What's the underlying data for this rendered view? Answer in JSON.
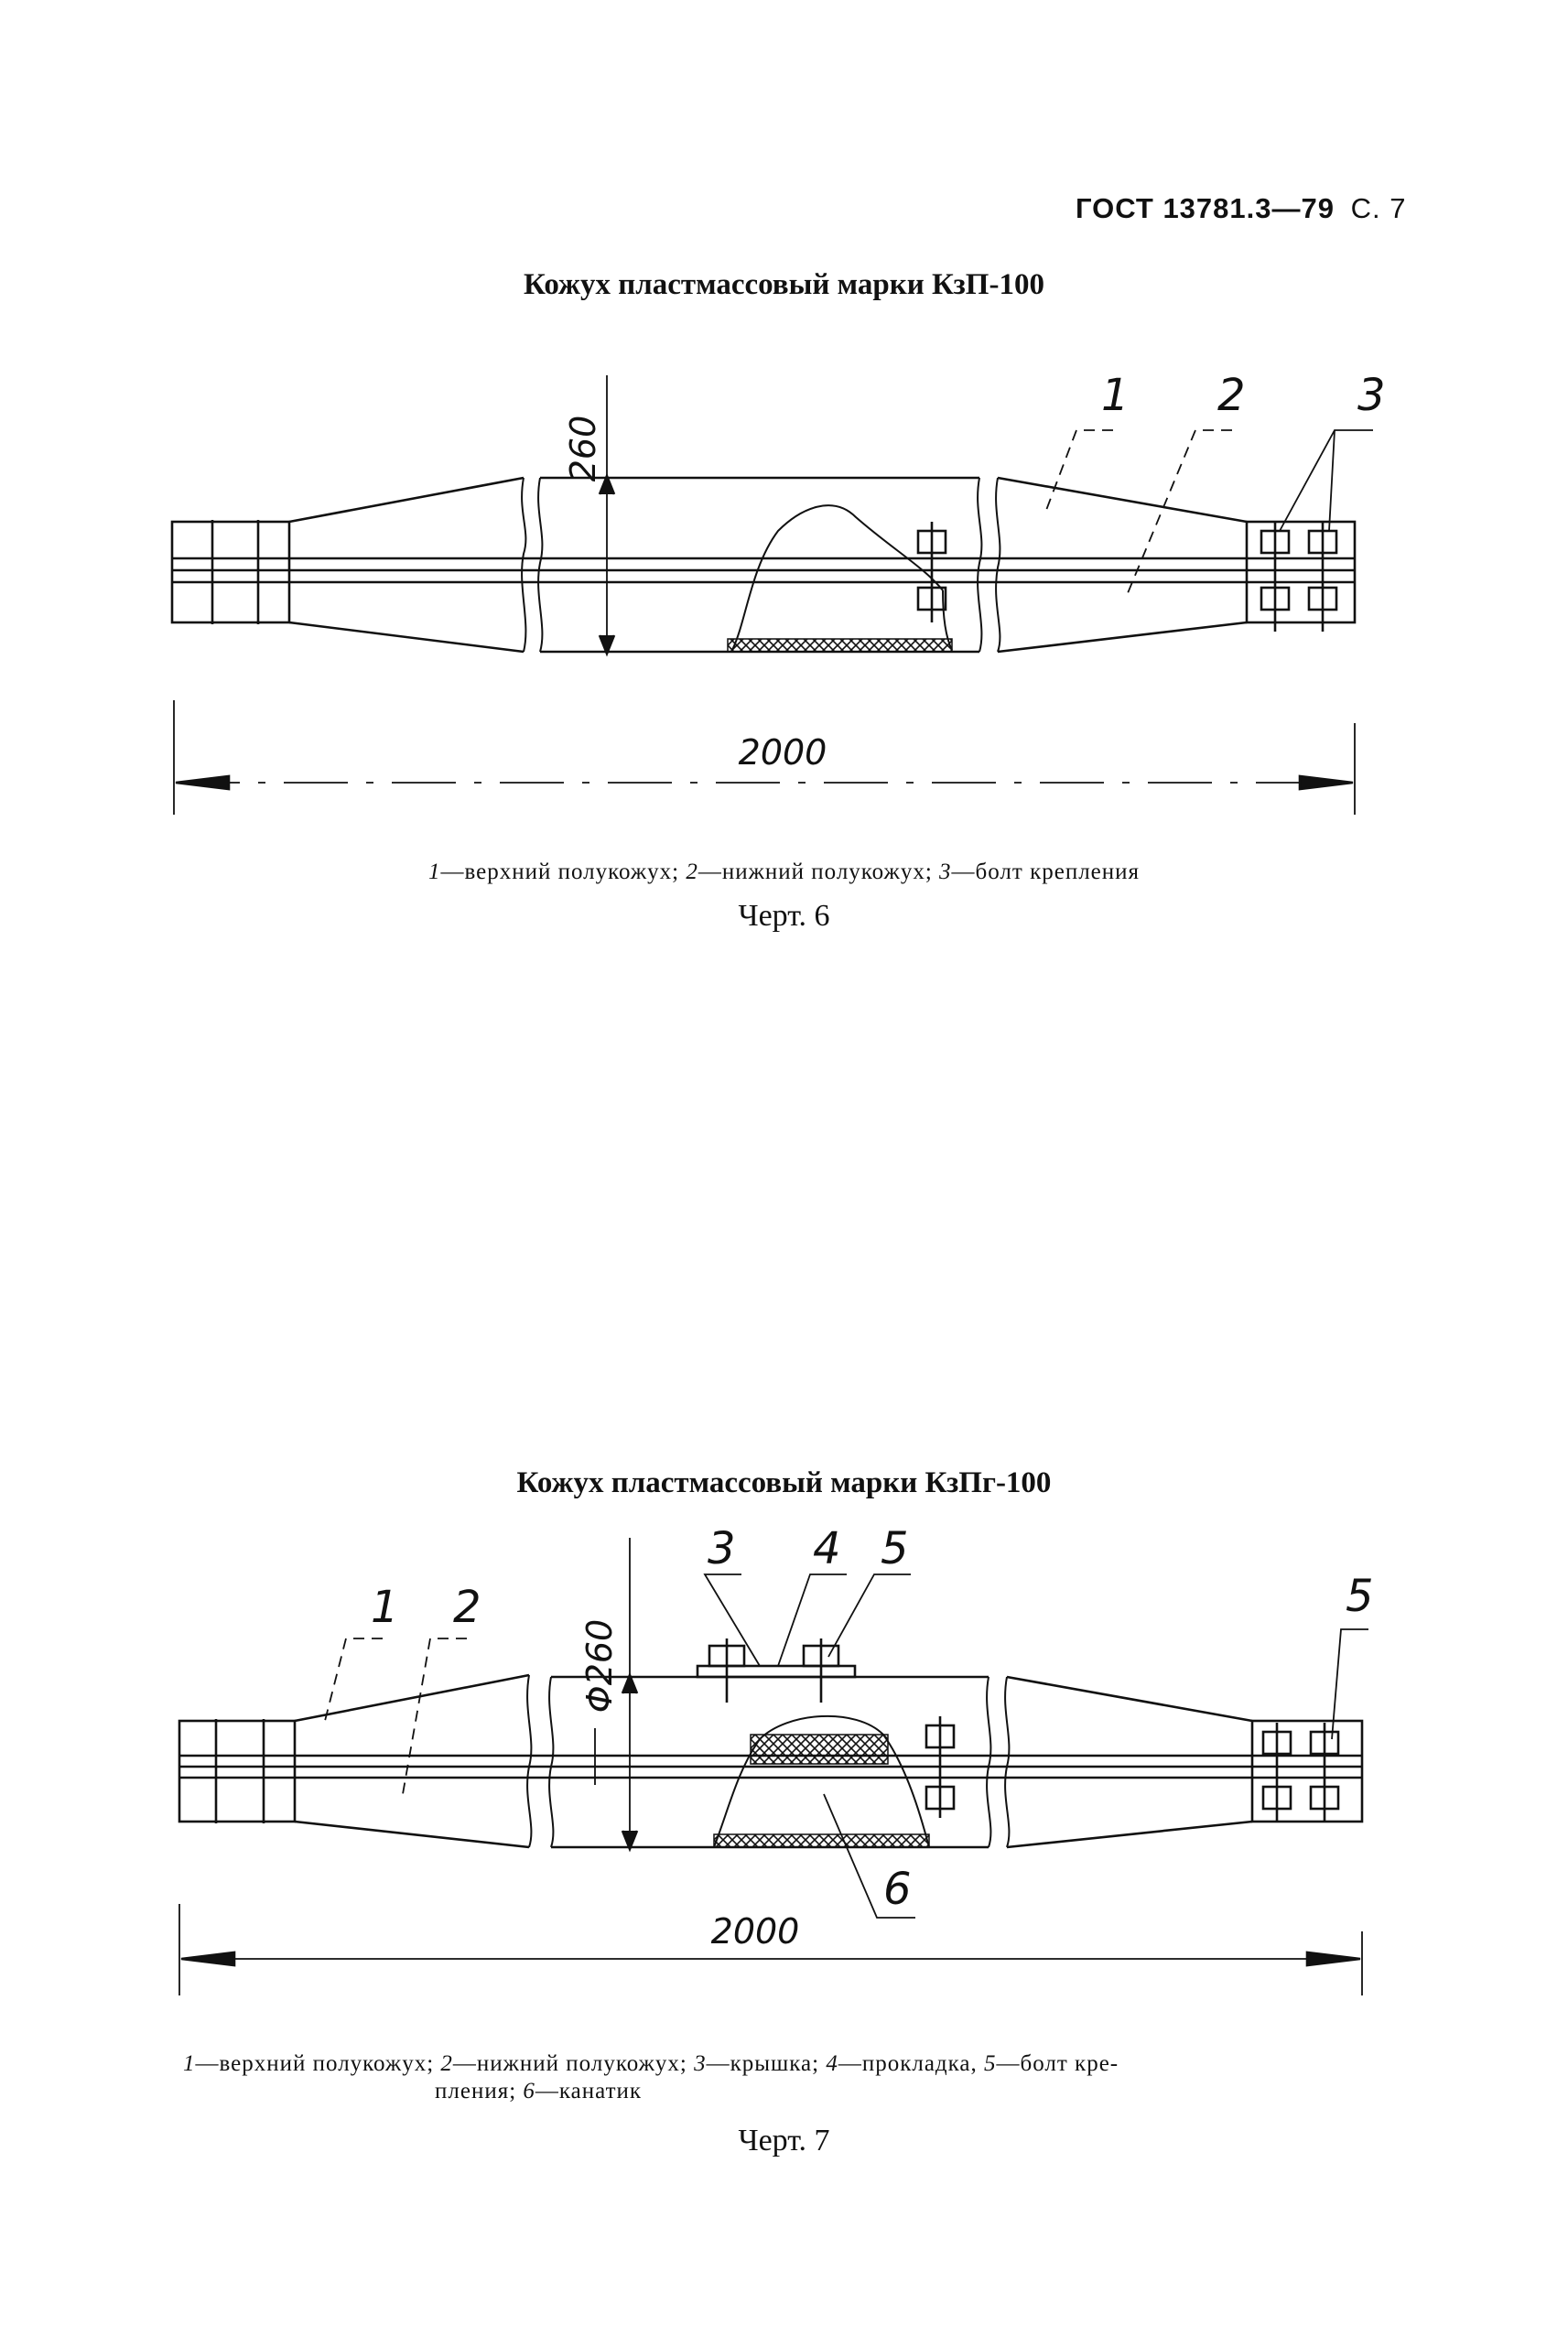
{
  "header": {
    "standard": "ГОСТ 13781.3—79",
    "page": "С. 7"
  },
  "drawing1": {
    "title": "Кожух пластмассовый марки КзП-100",
    "dim_height": "260",
    "dim_length": "2000",
    "callouts": [
      "1",
      "2",
      "3"
    ],
    "legend": [
      {
        "num": "1",
        "text": "—верхний полукожух; "
      },
      {
        "num": "2",
        "text": "—нижний полукожух; "
      },
      {
        "num": "3",
        "text": "—болт крепления"
      }
    ],
    "figure": "Черт. 6"
  },
  "drawing2": {
    "title": "Кожух пластмассовый марки КзПг-100",
    "dim_diameter": "Φ260",
    "dim_length": "2000",
    "callouts": [
      "1",
      "2",
      "3",
      "4",
      "5",
      "5",
      "6"
    ],
    "legend": [
      {
        "num": "1",
        "text": "—верхний полукожух; "
      },
      {
        "num": "2",
        "text": "—нижний полукожух; "
      },
      {
        "num": "3",
        "text": "—крышка; "
      },
      {
        "num": "4",
        "text": "—прокладка, "
      },
      {
        "num": "5",
        "text": "—болт кре-"
      },
      {
        "num": "",
        "text": "пления; "
      },
      {
        "num": "6",
        "text": "—канатик"
      }
    ],
    "figure": "Черт. 7"
  }
}
